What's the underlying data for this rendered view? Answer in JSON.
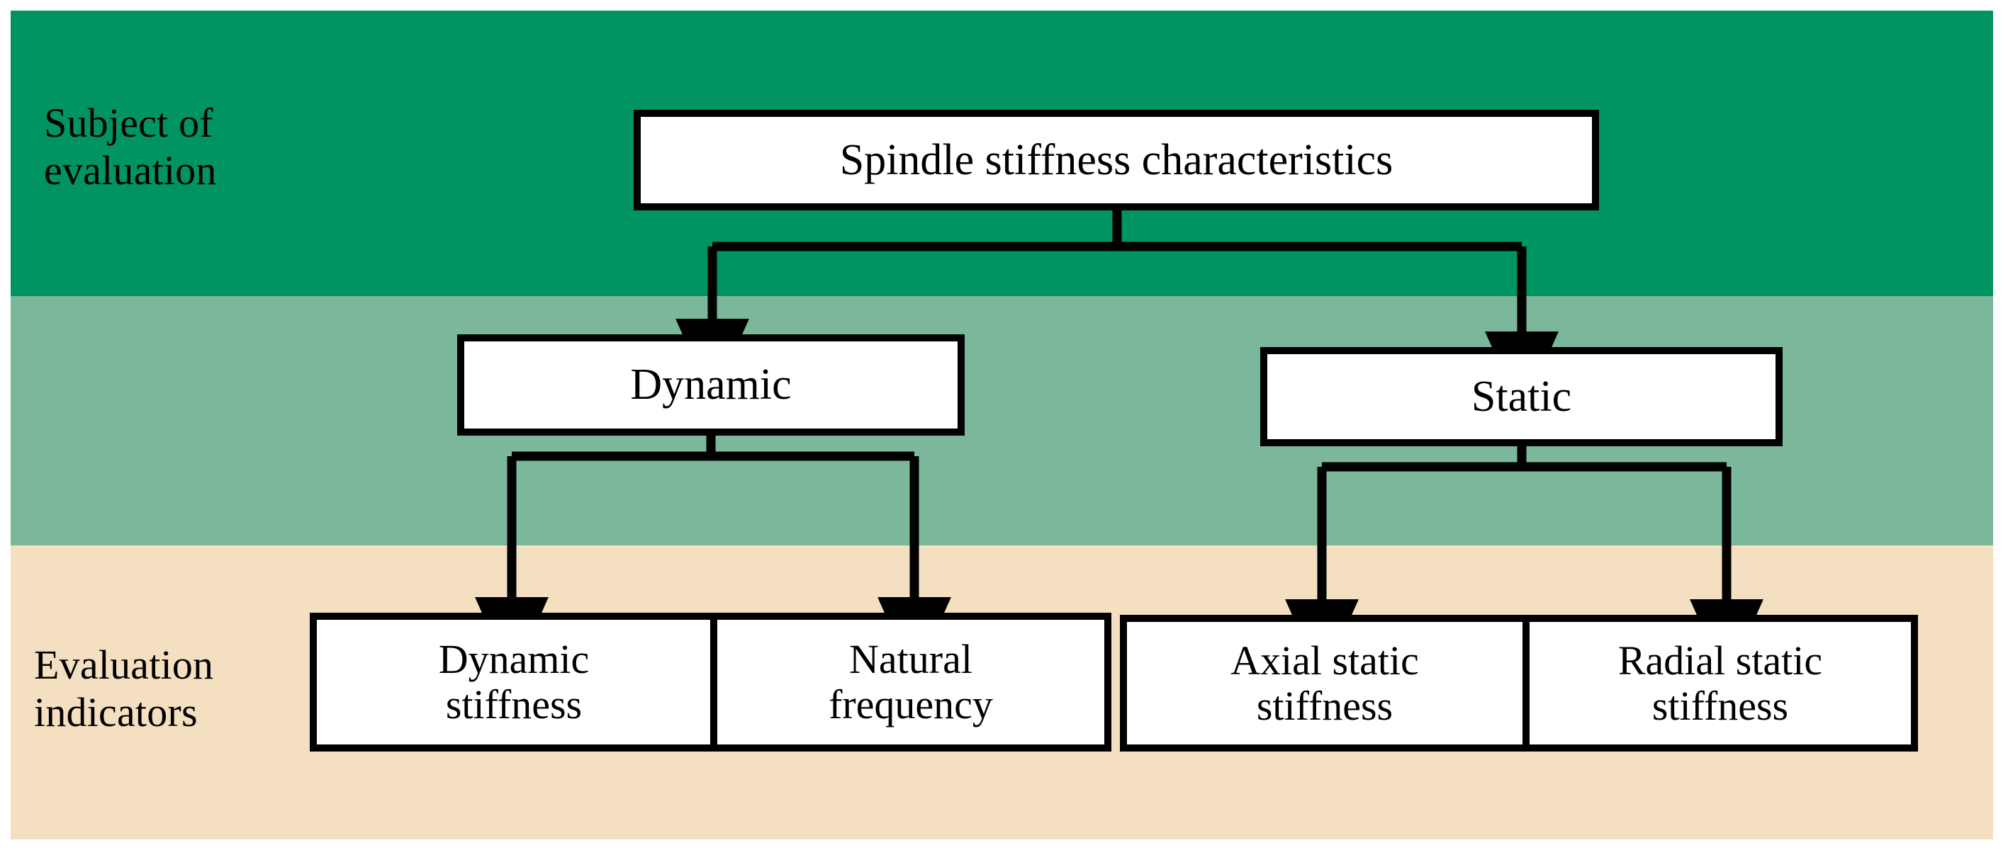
{
  "diagram": {
    "title": "Spindle stiffness evaluation hierarchy",
    "type": "hierarchy-tree",
    "bands": [
      {
        "id": "subject",
        "label": "Subject of\nevaluation",
        "color": "#009461"
      },
      {
        "id": "category",
        "label": "",
        "color": "#7bb79b"
      },
      {
        "id": "indicators",
        "label": "Evaluation\nindicators",
        "color": "#f5dfc1"
      }
    ],
    "nodes": {
      "root": {
        "label": "Spindle stiffness characteristics",
        "level": 1,
        "band": "subject"
      },
      "dynamic": {
        "label": "Dynamic",
        "level": 2,
        "band": "category"
      },
      "static": {
        "label": "Static",
        "level": 2,
        "band": "category"
      },
      "dynamic_stiffness": {
        "label": "Dynamic\nstiffness",
        "level": 3,
        "band": "indicators"
      },
      "natural_frequency": {
        "label": "Natural\nfrequency",
        "level": 3,
        "band": "indicators"
      },
      "axial_static": {
        "label": "Axial static\nstiffness",
        "level": 3,
        "band": "indicators"
      },
      "radial_static": {
        "label": "Radial static\nstiffness",
        "level": 3,
        "band": "indicators"
      }
    },
    "edges": [
      {
        "from": "root",
        "to": "dynamic"
      },
      {
        "from": "root",
        "to": "static"
      },
      {
        "from": "dynamic",
        "to": "dynamic_stiffness"
      },
      {
        "from": "dynamic",
        "to": "natural_frequency"
      },
      {
        "from": "static",
        "to": "axial_static"
      },
      {
        "from": "static",
        "to": "radial_static"
      }
    ],
    "style": {
      "node_fill": "#ffffff",
      "node_border": "#000000",
      "connector_color": "#000000",
      "page_background": "#ffffff"
    }
  }
}
